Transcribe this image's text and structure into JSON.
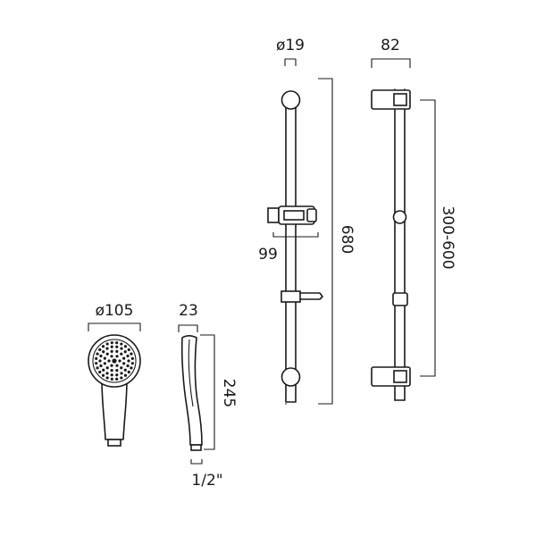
{
  "labels": {
    "rail_diameter": "ø19",
    "rail_depth": "82",
    "rail_length": "680",
    "holder_offset": "99",
    "bracket_spacing": "300-600",
    "head_diameter": "ø105",
    "head_depth": "23",
    "handset_length": "245",
    "thread_size": "1/2\""
  }
}
